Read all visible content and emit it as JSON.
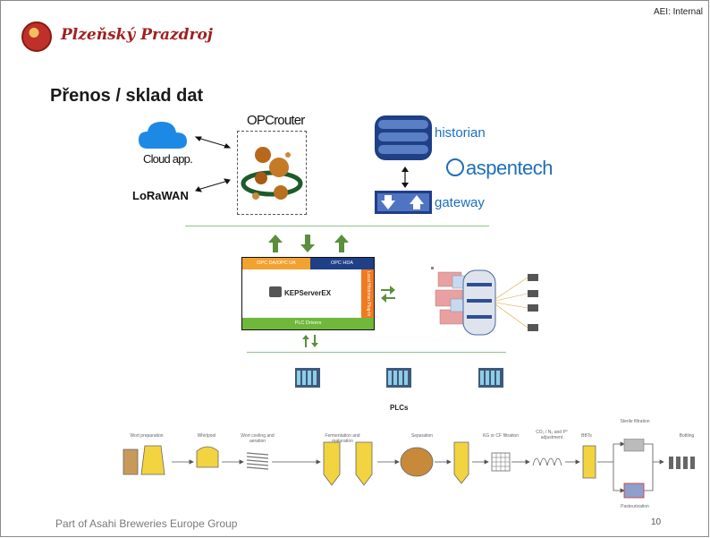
{
  "header": {
    "classification": "AEI: Internal",
    "logo_text": "Plzeňský Prazdroj"
  },
  "title": "Přenos / sklad dat",
  "top_left": {
    "cloud_label": "Cloud app.",
    "lora_label": "LoRaWAN",
    "opcrouter_label": "OPCrouter"
  },
  "top_right": {
    "historian_label": "historian",
    "gateway_label": "gateway",
    "aspentech_label": "aspentech"
  },
  "kepserver": {
    "opc_da_ua": "OPC DA/OPC UA",
    "opc_hda": "OPC HDA",
    "product": "KEPServerEX",
    "local_historian": "Local Historian Plug-In",
    "plc_drivers": "PLC Drivers"
  },
  "plcs_label": "PLCs",
  "process_steps": [
    "Wort preparation",
    "Whirlpool",
    "Wort cooling and aeration",
    "Fermentation and maturation",
    "Separation",
    "KG or CF filtration",
    "CO₂ / N₂ and P° adjustment",
    "BBTs",
    "Sterile filtration",
    "Bottling",
    "Pasteurization"
  ],
  "footer": {
    "text": "Part of Asahi Breweries Europe Group",
    "page": "10"
  },
  "colors": {
    "green": "#5a8f3c",
    "orange": "#f2a230",
    "navy": "#1f3f86",
    "aspen_blue": "#1f6fb8",
    "cloud_blue": "#1e88e5"
  }
}
